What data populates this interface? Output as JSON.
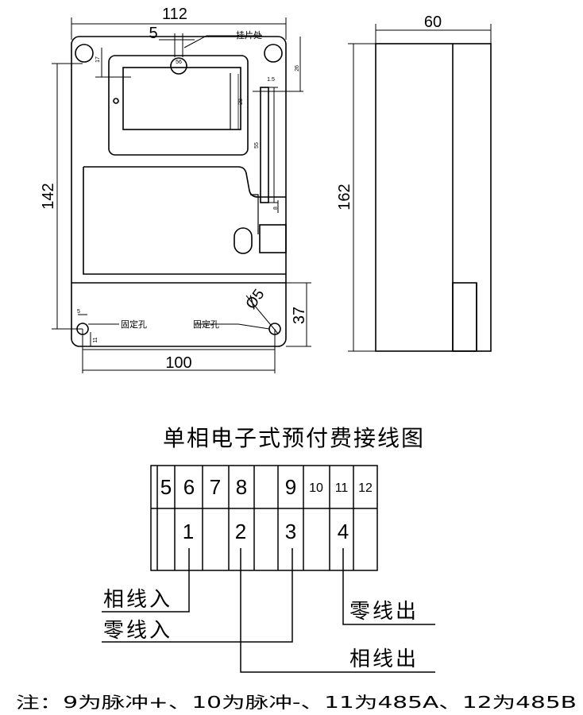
{
  "dimensions": {
    "width_total": "112",
    "slot_width": "5",
    "hang_label": "挂片处",
    "depth": "60",
    "height_total": "162",
    "height_body": "142",
    "hole_spacing": "100",
    "bottom_height": "37",
    "hole_dia": "Ø5",
    "fix_hole_left": "固定孔",
    "fix_hole_right": "固定孔",
    "small_17": "17",
    "small_56": "56",
    "small_26": "26",
    "small_28": "28",
    "small_15": "1.5",
    "small_55": "55",
    "small_8": "8",
    "small_5": "5",
    "small_11": "11"
  },
  "wiring": {
    "title": "单相电子式预付费接线图",
    "top_terminals": [
      "5",
      "6",
      "7",
      "8",
      "9",
      "10",
      "11",
      "12"
    ],
    "bottom_terminals": [
      "1",
      "2",
      "3",
      "4"
    ],
    "labels": {
      "phase_in": "相线入",
      "neutral_in": "零线入",
      "neutral_out": "零线出",
      "phase_out": "相线出"
    },
    "note": "注：9为脉冲+、10为脉冲-、11为485A、12为485B"
  }
}
